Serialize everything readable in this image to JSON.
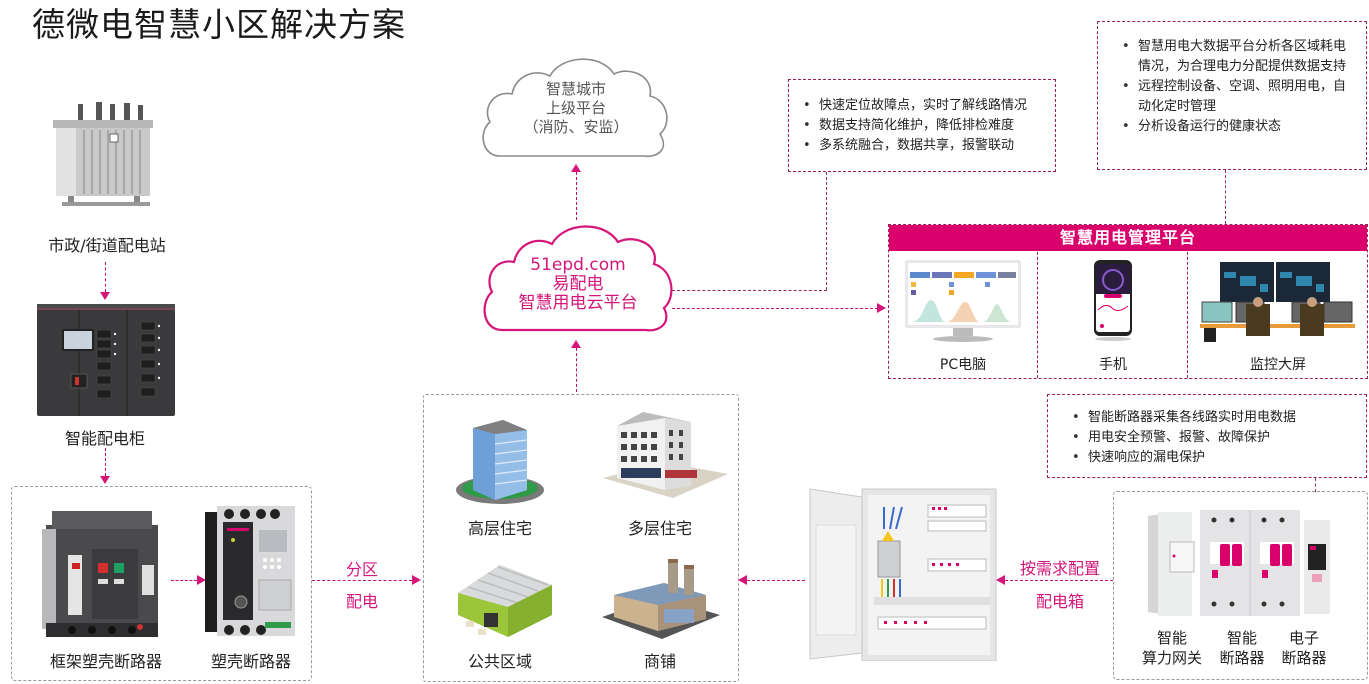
{
  "title": "德微电智慧小区解决方案",
  "colors": {
    "accent": "#d9006c",
    "accent_text": "#d4157a",
    "dashed_border": "#a0205e",
    "gray_border": "#9a9a9a"
  },
  "left_column": {
    "substation": {
      "label": "市政/街道配电站",
      "icon": "transformer-icon"
    },
    "cabinet": {
      "label": "智能配电柜",
      "icon": "switchgear-cabinet-icon"
    },
    "breakers_group": {
      "items": [
        {
          "label": "框架塑壳断路器",
          "icon": "frame-breaker-icon"
        },
        {
          "label": "塑壳断路器",
          "icon": "molded-case-breaker-icon"
        }
      ]
    }
  },
  "zone_power": {
    "line1": "分区",
    "line2": "配电"
  },
  "buildings": {
    "items": [
      {
        "label": "高层住宅",
        "icon": "high-rise-building-icon"
      },
      {
        "label": "多层住宅",
        "icon": "multi-storey-building-icon"
      },
      {
        "label": "公共区域",
        "icon": "public-area-warehouse-icon"
      },
      {
        "label": "商铺",
        "icon": "shop-factory-icon"
      }
    ]
  },
  "city_cloud": {
    "lines": [
      "智慧城市",
      "上级平台",
      "（消防、安监）"
    ]
  },
  "epd_cloud": {
    "lines": [
      "51epd.com",
      "易配电",
      "智慧用电云平台"
    ]
  },
  "features_top_middle": {
    "bullets": [
      "快速定位故障点，实时了解线路情况",
      "数据支持简化维护，降低排检难度",
      "多系统融合，数据共享，报警联动"
    ]
  },
  "features_top_right": {
    "bullets": [
      "智慧用电大数据平台分析各区域耗电情况，为合理电力分配提供数据支持",
      "远程控制设备、空调、照明用电，自动化定时管理",
      "分析设备运行的健康状态"
    ]
  },
  "platform": {
    "title": "智慧用电管理平台",
    "items": [
      {
        "label": "PC电脑",
        "icon": "pc-monitor-icon"
      },
      {
        "label": "手机",
        "icon": "smartphone-icon"
      },
      {
        "label": "监控大屏",
        "icon": "monitoring-wall-icon"
      }
    ]
  },
  "features_bottom_right": {
    "bullets": [
      "智能断路器采集各线路实时用电数据",
      "用电安全预警、报警、故障保护",
      "快速响应的漏电保护"
    ]
  },
  "distribution_box": {
    "line1": "按需求配置",
    "line2": "配电箱",
    "icon": "distribution-box-icon"
  },
  "smart_devices": {
    "items": [
      {
        "line1": "智能",
        "line2": "算力网关"
      },
      {
        "line1": "智能",
        "line2": "断路器"
      },
      {
        "line1": "电子",
        "line2": "断路器"
      }
    ]
  }
}
